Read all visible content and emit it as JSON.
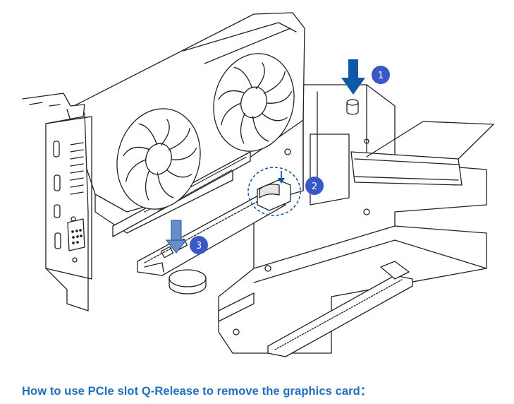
{
  "steps": [
    {
      "number": "1"
    },
    {
      "number": "2"
    },
    {
      "number": "3"
    }
  ],
  "caption": "How to use PCIe slot Q-Release to remove the graphics card：",
  "colors": {
    "step_badge": "#3a57c7",
    "arrow": "#0d58a8",
    "arrow_light": "#6a8ec3",
    "caption_text": "#1e6fc0",
    "line_art": "#222222"
  },
  "icons": [
    "down-arrow-icon",
    "dashed-circle-highlight",
    "pcie-slot",
    "graphics-card",
    "fan"
  ]
}
